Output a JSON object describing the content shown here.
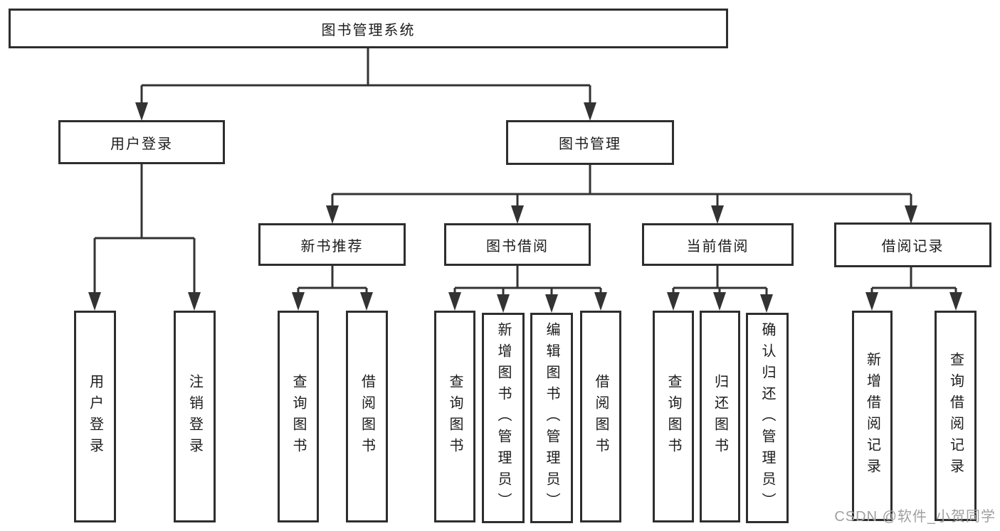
{
  "title": "图书管理系统",
  "watermark": "CSDN @软件_小贺同学",
  "colors": {
    "line": "#333333",
    "box_border": "#2e2e2e",
    "box_fill": "#ffffff",
    "text": "#1c1c1c",
    "watermark": "#a0a0a0"
  },
  "tree": {
    "label": "图书管理系统",
    "children": [
      {
        "label": "用户登录",
        "children": [
          {
            "label": "用户登录"
          },
          {
            "label": "注销登录"
          }
        ]
      },
      {
        "label": "图书管理",
        "children": [
          {
            "label": "新书推荐",
            "children": [
              {
                "label": "查询图书"
              },
              {
                "label": "借阅图书"
              }
            ]
          },
          {
            "label": "图书借阅",
            "children": [
              {
                "label": "查询图书"
              },
              {
                "label": "新增图书（管理员）"
              },
              {
                "label": "编辑图书（管理员）"
              },
              {
                "label": "借阅图书"
              }
            ]
          },
          {
            "label": "当前借阅",
            "children": [
              {
                "label": "查询图书"
              },
              {
                "label": "归还图书"
              },
              {
                "label": "确认归还（管理员）"
              }
            ]
          },
          {
            "label": "借阅记录",
            "children": [
              {
                "label": "新增借阅记录"
              },
              {
                "label": "查询借阅记录"
              }
            ]
          }
        ]
      }
    ]
  }
}
